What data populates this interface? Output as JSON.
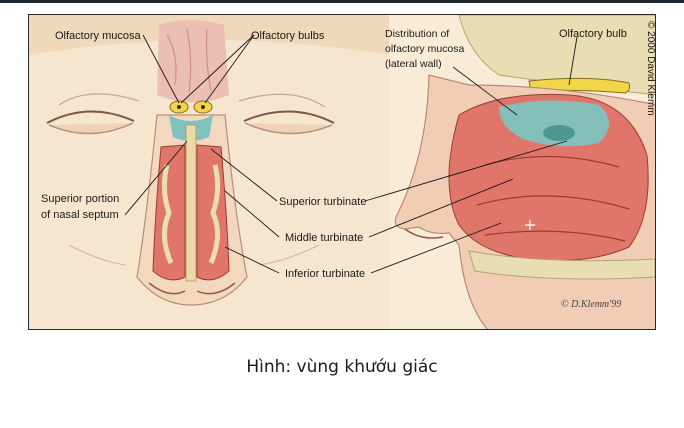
{
  "figure": {
    "labels": {
      "olfactory_mucosa": "Olfactory mucosa",
      "olfactory_bulbs": "Olfactory bulbs",
      "superior_portion_line1": "Superior portion",
      "superior_portion_line2": "of nasal septum",
      "superior_turbinate": "Superior turbinate",
      "middle_turbinate": "Middle turbinate",
      "inferior_turbinate": "Inferior turbinate",
      "distribution_line1": "Distribution of",
      "distribution_line2": "olfactory mucosa",
      "distribution_line3": "(lateral wall)",
      "olfactory_bulb": "Olfactory bulb"
    },
    "copyright": "© 2000 David Klemm",
    "signature": "© D.Klemm'99"
  },
  "caption": "Hình: vùng khướu giác",
  "colors": {
    "skin": "#f3dcc4",
    "turbinate_red": "#e0766a",
    "mucosa_teal": "#7fc3bf",
    "bulb_yellow": "#f2d64a",
    "bone": "#e9ddb4"
  }
}
